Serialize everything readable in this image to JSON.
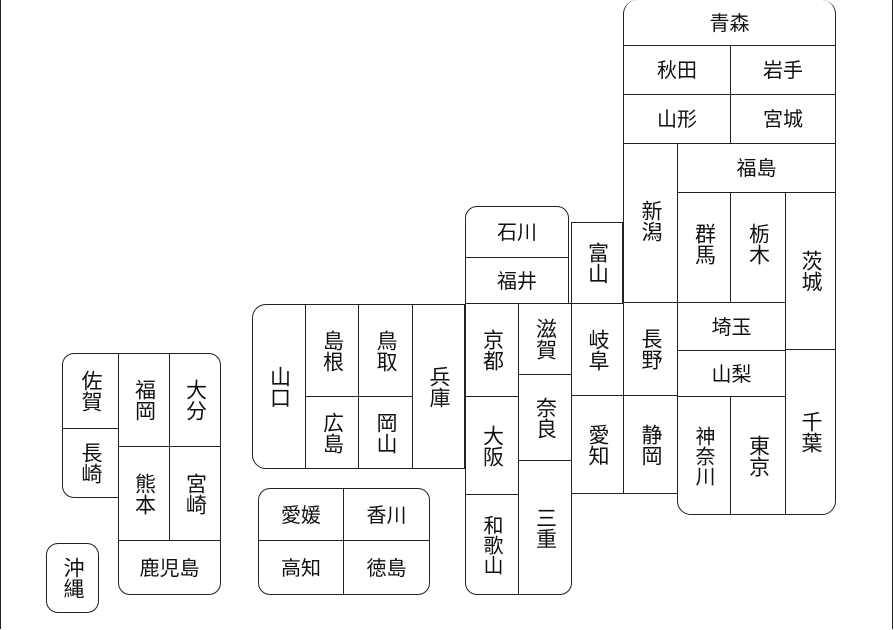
{
  "map": {
    "prefectures": {
      "aomori": "青森",
      "akita": "秋田",
      "iwate": "岩手",
      "yamagata": "山形",
      "miyagi": "宮城",
      "niigata": "新潟",
      "fukushima": "福島",
      "gunma": "群馬",
      "tochigi": "栃木",
      "ibaraki": "茨城",
      "ishikawa": "石川",
      "toyama": "富山",
      "fukui": "福井",
      "nagano": "長野",
      "saitama": "埼玉",
      "yamanashi": "山梨",
      "chiba": "千葉",
      "tokyo": "東京",
      "kanagawa": "神奈川",
      "shizuoka": "静岡",
      "aichi": "愛知",
      "gifu": "岐阜",
      "shiga": "滋賀",
      "kyoto": "京都",
      "nara": "奈良",
      "osaka": "大阪",
      "mie": "三重",
      "wakayama": "和歌山",
      "hyogo": "兵庫",
      "tottori": "鳥取",
      "shimane": "島根",
      "okayama": "岡山",
      "hiroshima": "広島",
      "yamaguchi": "山口",
      "ehime": "愛媛",
      "kagawa": "香川",
      "kochi": "高知",
      "tokushima": "徳島",
      "fukuoka": "福岡",
      "oita": "大分",
      "saga": "佐賀",
      "nagasaki": "長崎",
      "kumamoto": "熊本",
      "miyazaki": "宮崎",
      "kagoshima": "鹿児島",
      "okinawa": "沖縄"
    }
  }
}
